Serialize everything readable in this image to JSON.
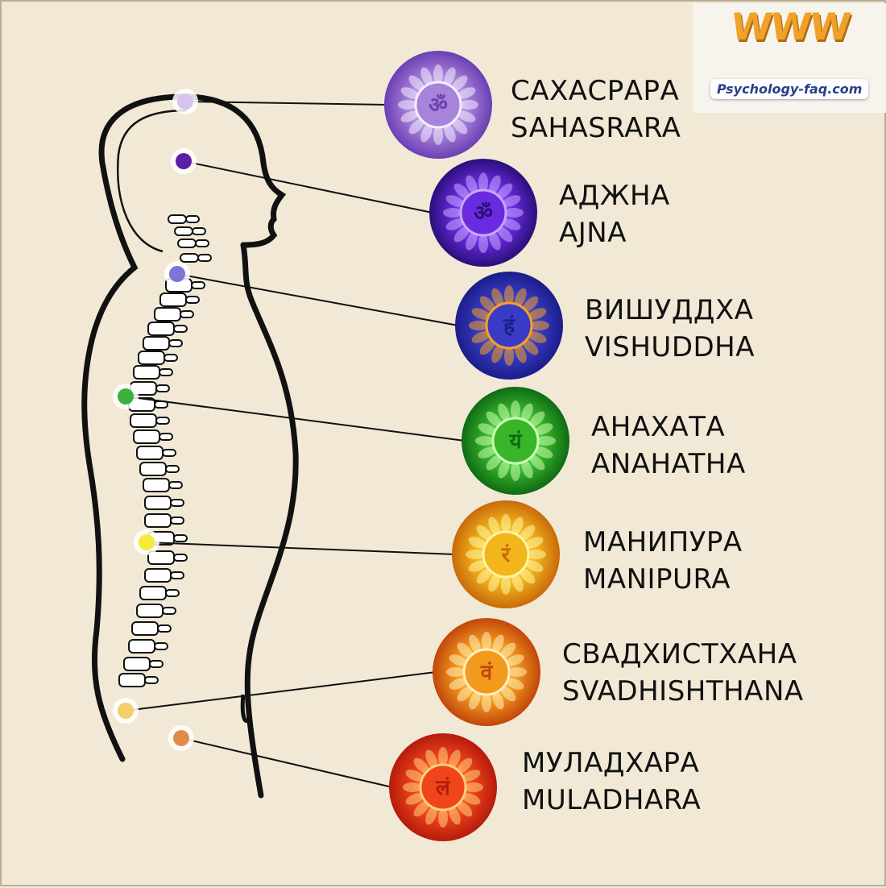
{
  "logo": {
    "top_text": "WWW",
    "site": "Psychology-faq.com"
  },
  "chakras": [
    {
      "id": "sahasrara",
      "ru": "САХАСРАРА",
      "en": "SAHASRARA",
      "dot_color": "#d6c3ee",
      "c1": "#f4ecff",
      "c2": "#a783d9",
      "c3": "#6b3fb3",
      "symbol": "ॐ"
    },
    {
      "id": "ajna",
      "ru": "АДЖНА",
      "en": "AJNA",
      "dot_color": "#5a1fa3",
      "c1": "#c9a7ff",
      "c2": "#6a2be0",
      "c3": "#2a0f7a",
      "symbol": "ॐ"
    },
    {
      "id": "vishuddha",
      "ru": "ВИШУДДХА",
      "en": "VISHUDDHA",
      "dot_color": "#7d74d8",
      "c1": "#f3a227",
      "c2": "#3a3bc4",
      "c3": "#1b1d8a",
      "symbol": "हं"
    },
    {
      "id": "anahatha",
      "ru": "АНАХАТА",
      "en": "ANAHATHA",
      "dot_color": "#3db03d",
      "c1": "#c8ffb0",
      "c2": "#39b52a",
      "c3": "#0f6b14",
      "symbol": "यं"
    },
    {
      "id": "manipura",
      "ru": "МАНИПУРА",
      "en": "MANIPURA",
      "dot_color": "#f4ea3a",
      "c1": "#fff5a0",
      "c2": "#f2b61c",
      "c3": "#c96a0a",
      "symbol": "रं"
    },
    {
      "id": "svadhishthana",
      "ru": "СВАДХИСТХАНА",
      "en": "SVADHISHTHANA",
      "dot_color": "#f2cf6a",
      "c1": "#fff0b8",
      "c2": "#f39a1e",
      "c3": "#c2460c",
      "symbol": "वं"
    },
    {
      "id": "muladhara",
      "ru": "МУЛАДХАРА",
      "en": "MULADHARA",
      "dot_color": "#e38a4a",
      "c1": "#ffd07a",
      "c2": "#f0451c",
      "c3": "#b51b0c",
      "symbol": "लं"
    }
  ]
}
